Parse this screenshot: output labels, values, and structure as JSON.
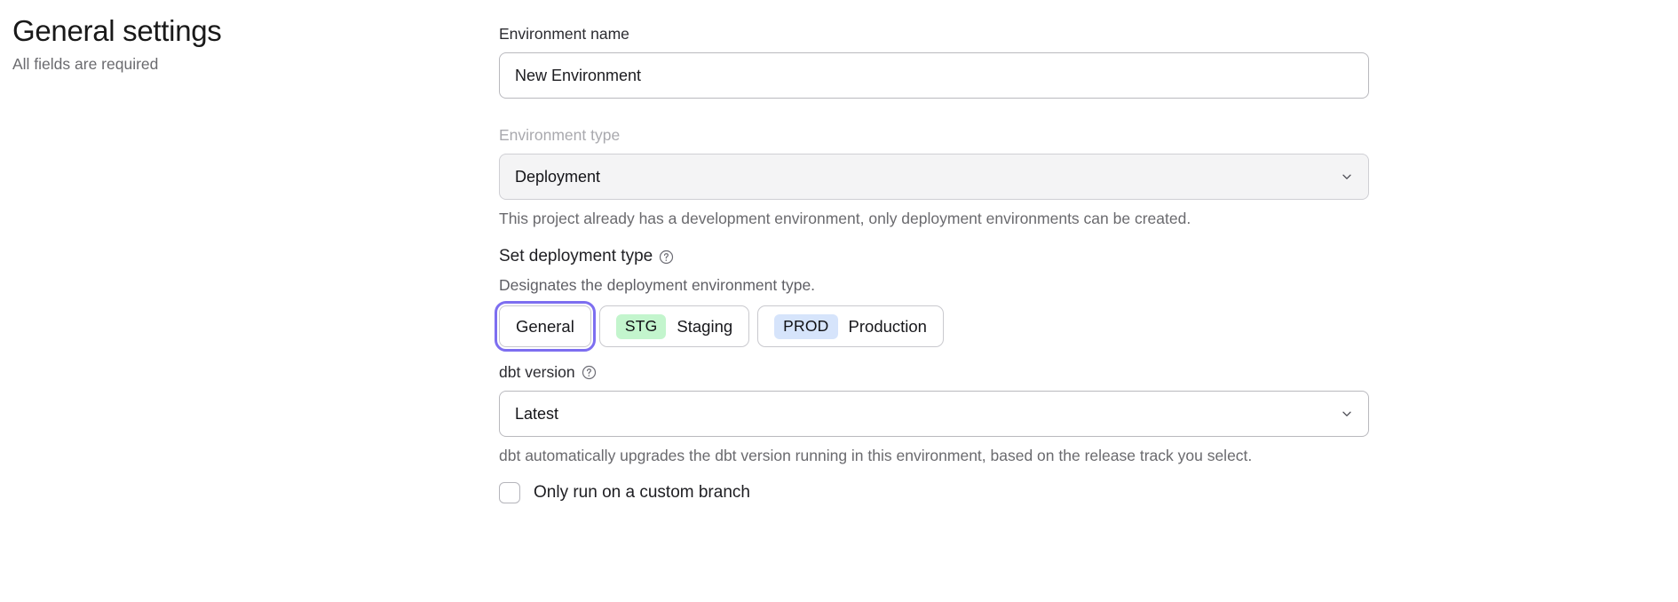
{
  "header": {
    "title": "General settings",
    "subtitle": "All fields are required"
  },
  "form": {
    "environment_name": {
      "label": "Environment name",
      "value": "New Environment",
      "placeholder": "New Environment"
    },
    "environment_type": {
      "label": "Environment type",
      "value": "Deployment",
      "disabled": true,
      "helper": "This project already has a development environment, only deployment environments can be created.",
      "chevron_icon": "chevron-down-icon"
    },
    "deployment_type": {
      "title": "Set deployment type",
      "help_icon": "question-circle-icon",
      "description": "Designates the deployment environment type.",
      "options": [
        {
          "badge": "",
          "label": "General",
          "selected": true
        },
        {
          "badge": "STG",
          "label": "Staging",
          "selected": false
        },
        {
          "badge": "PROD",
          "label": "Production",
          "selected": false
        }
      ]
    },
    "dbt_version": {
      "label": "dbt version",
      "help_icon": "question-circle-icon",
      "value": "Latest",
      "helper": "dbt automatically upgrades the dbt version running in this environment, based on the release track you select.",
      "chevron_icon": "chevron-down-icon"
    },
    "custom_branch": {
      "label": "Only run on a custom branch",
      "checked": false
    }
  },
  "colors": {
    "focus_ring": "#7d6ef0",
    "stg_badge": "#c3f5cd",
    "prod_badge": "#d6e4fb",
    "disabled_bg": "#f4f4f5"
  }
}
